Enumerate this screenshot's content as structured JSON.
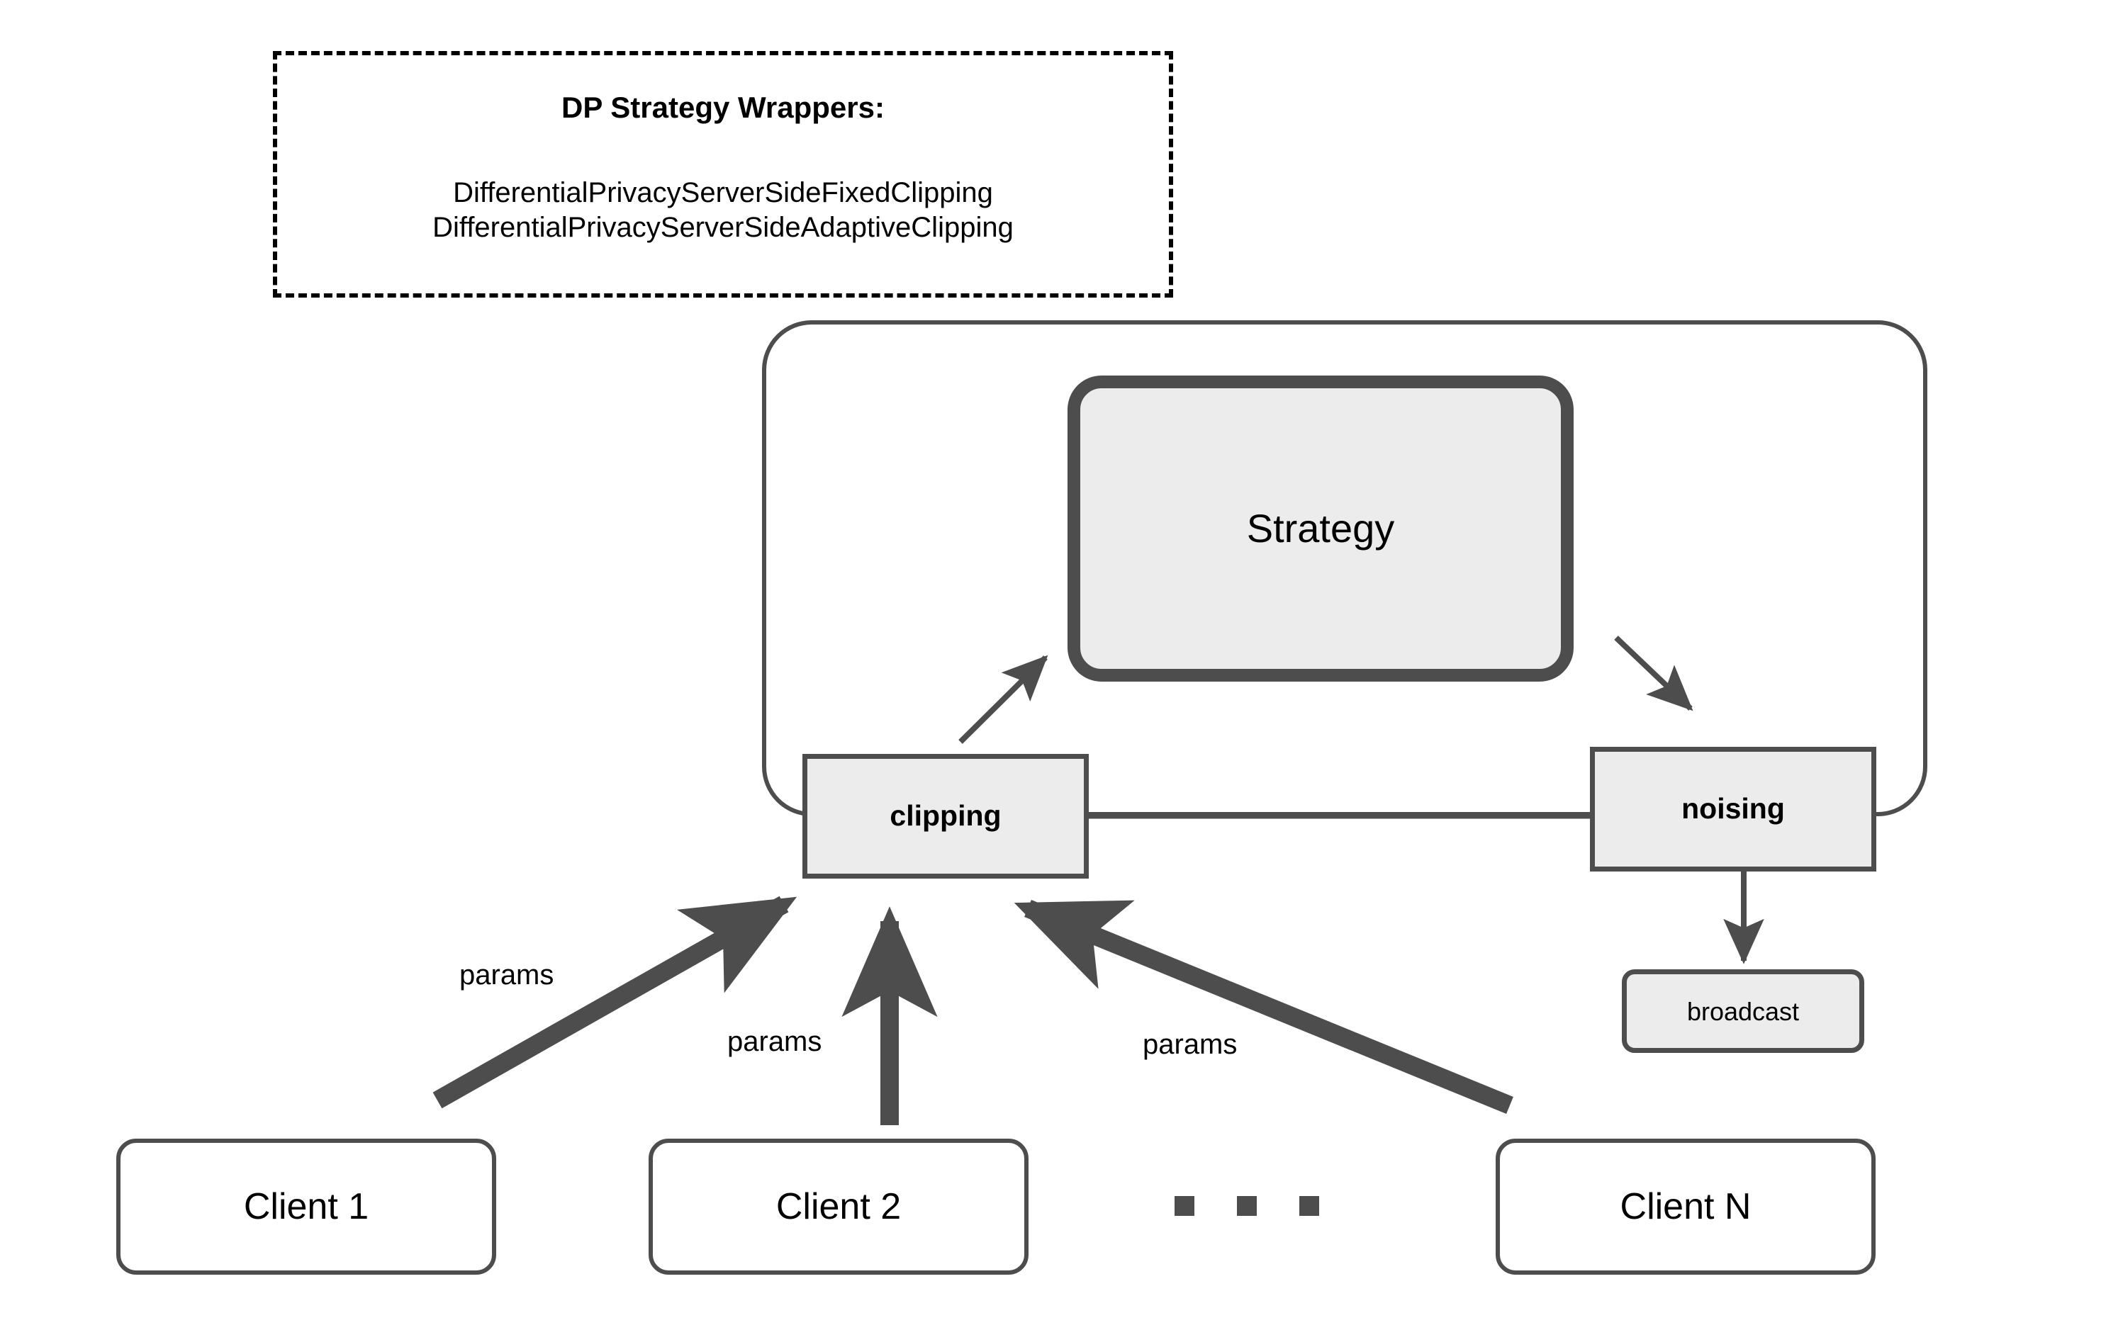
{
  "diagram": {
    "title": "DP Strategy Wrappers server-side architecture",
    "colors": {
      "node_fill": "#ececec",
      "node_stroke": "#4d4d4d",
      "client_fill": "#ffffff",
      "text": "#000000",
      "dashed_stroke": "#000000",
      "background": "#ffffff"
    },
    "wrapper_note": {
      "title": "DP Strategy Wrappers:",
      "items": [
        "DifferentialPrivacyServerSideFixedClipping",
        "DifferentialPrivacyServerSideAdaptiveClipping"
      ]
    },
    "server": {
      "strategy_label": "Strategy",
      "clipping_label": "clipping",
      "noising_label": "noising",
      "broadcast_label": "broadcast"
    },
    "clients": [
      {
        "label": "Client 1"
      },
      {
        "label": "Client 2"
      },
      {
        "label": "Client N"
      }
    ],
    "ellipsis": "• • •",
    "edges": [
      {
        "label": "params",
        "from": "Client 1",
        "to": "clipping"
      },
      {
        "label": "params",
        "from": "Client 2",
        "to": "clipping"
      },
      {
        "label": "params",
        "from": "Client N",
        "to": "clipping"
      },
      {
        "label": "",
        "from": "clipping",
        "to": "Strategy"
      },
      {
        "label": "",
        "from": "Strategy",
        "to": "noising"
      },
      {
        "label": "",
        "from": "clipping",
        "to": "noising"
      },
      {
        "label": "",
        "from": "noising",
        "to": "broadcast"
      }
    ]
  }
}
